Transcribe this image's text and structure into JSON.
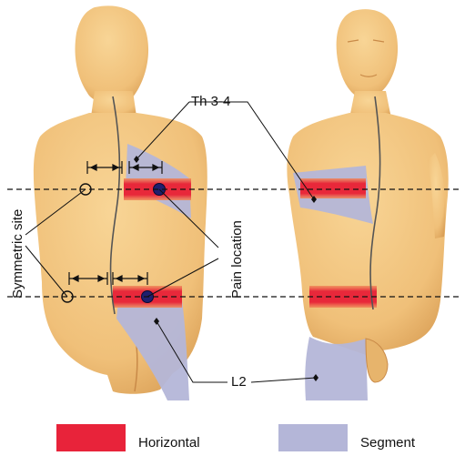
{
  "labels": {
    "th": "Th 3-4",
    "symmetric": "Symmetric site",
    "pain": "Pain location",
    "l2": "L2"
  },
  "legend": {
    "horizontal": "Horizontal",
    "segment": "Segment"
  },
  "colors": {
    "skin": "#f2c47e",
    "skin_shade": "#dca35c",
    "horizontal": "#e8233a",
    "horizontal_glow": "#f07050",
    "segment": "#b4b6d8",
    "marker_fill": "#1f1f6e",
    "line": "#111111"
  }
}
